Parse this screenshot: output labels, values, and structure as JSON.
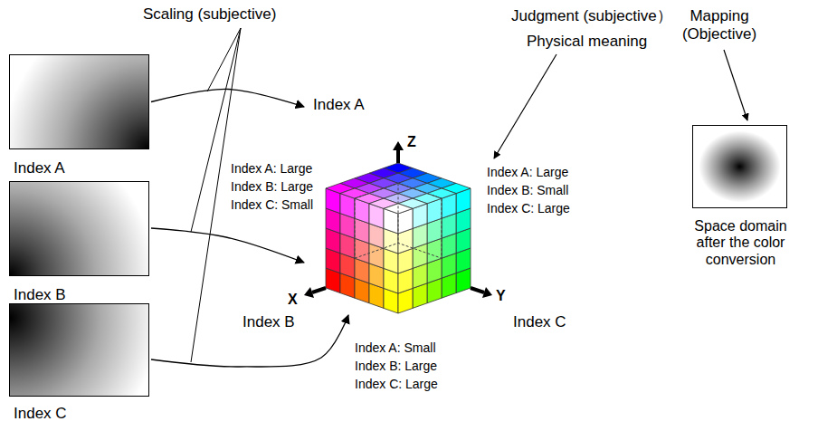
{
  "diagram": {
    "nodes": [
      {
        "text": [
          "Index A"
        ]
      },
      {
        "text": [
          "Index B"
        ]
      },
      {
        "text": [
          "Index C"
        ]
      },
      {
        "text": [
          "Index A",
          "Index B",
          "Index C"
        ]
      },
      {
        "text": [
          "Space domain after the color conversion"
        ]
      }
    ],
    "edges": [
      {
        "from": 0,
        "to": 3,
        "arrow": "to"
      },
      {
        "from": 1,
        "to": 3,
        "arrow": "to"
      },
      {
        "from": 2,
        "to": 3,
        "arrow": "to"
      }
    ],
    "labels": [
      "Scaling (subjective)",
      "Judgment (subjective）",
      "Physical meaning",
      "Mapping (Objective)",
      "Z",
      "X",
      "Y",
      "Index A: Large",
      "Index B: Large",
      "Index C: Small",
      "Index A: Large",
      "Index B: Small",
      "Index C: Large",
      "Index A: Small",
      "Index B: Large",
      "Index C: Large"
    ]
  }
}
